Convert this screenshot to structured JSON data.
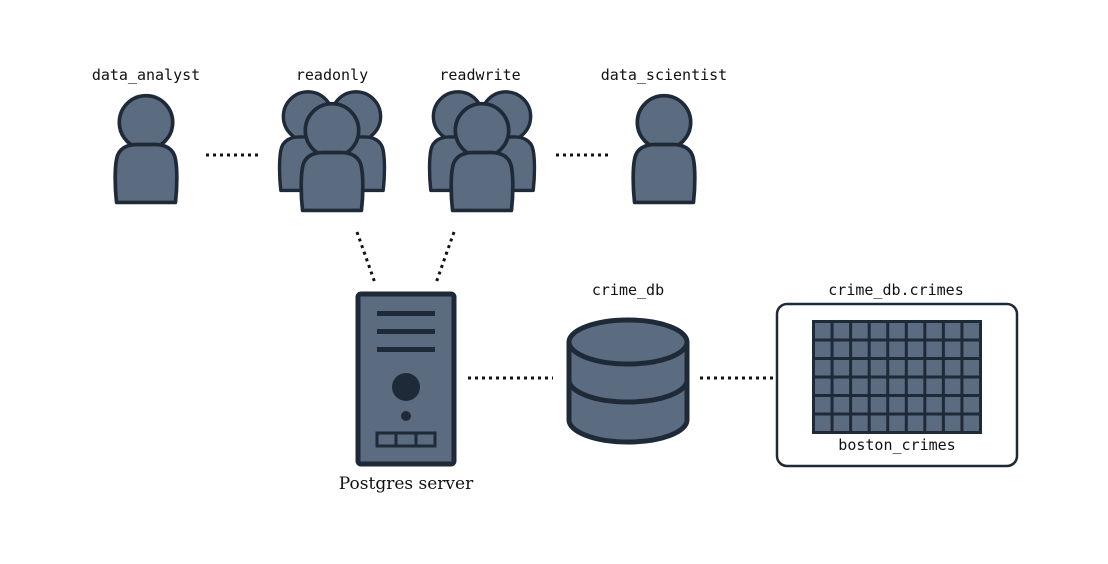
{
  "users": [
    {
      "name": "data_analyst",
      "icon": "user-icon"
    },
    {
      "name": "readonly",
      "icon": "user-group-icon"
    },
    {
      "name": "readwrite",
      "icon": "user-group-icon"
    },
    {
      "name": "data_scientist",
      "icon": "user-icon"
    }
  ],
  "server": {
    "label": "Postgres server",
    "icon": "server-tower-icon"
  },
  "database": {
    "label": "crime_db",
    "icon": "database-icon"
  },
  "schema": {
    "title": "crime_db.crimes",
    "table_label": "boston_crimes",
    "icon": "table-grid-icon"
  },
  "colors": {
    "icon_fill": "#5b6b80",
    "outline": "#1f2a38",
    "text": "#111111",
    "background": "#ffffff"
  }
}
